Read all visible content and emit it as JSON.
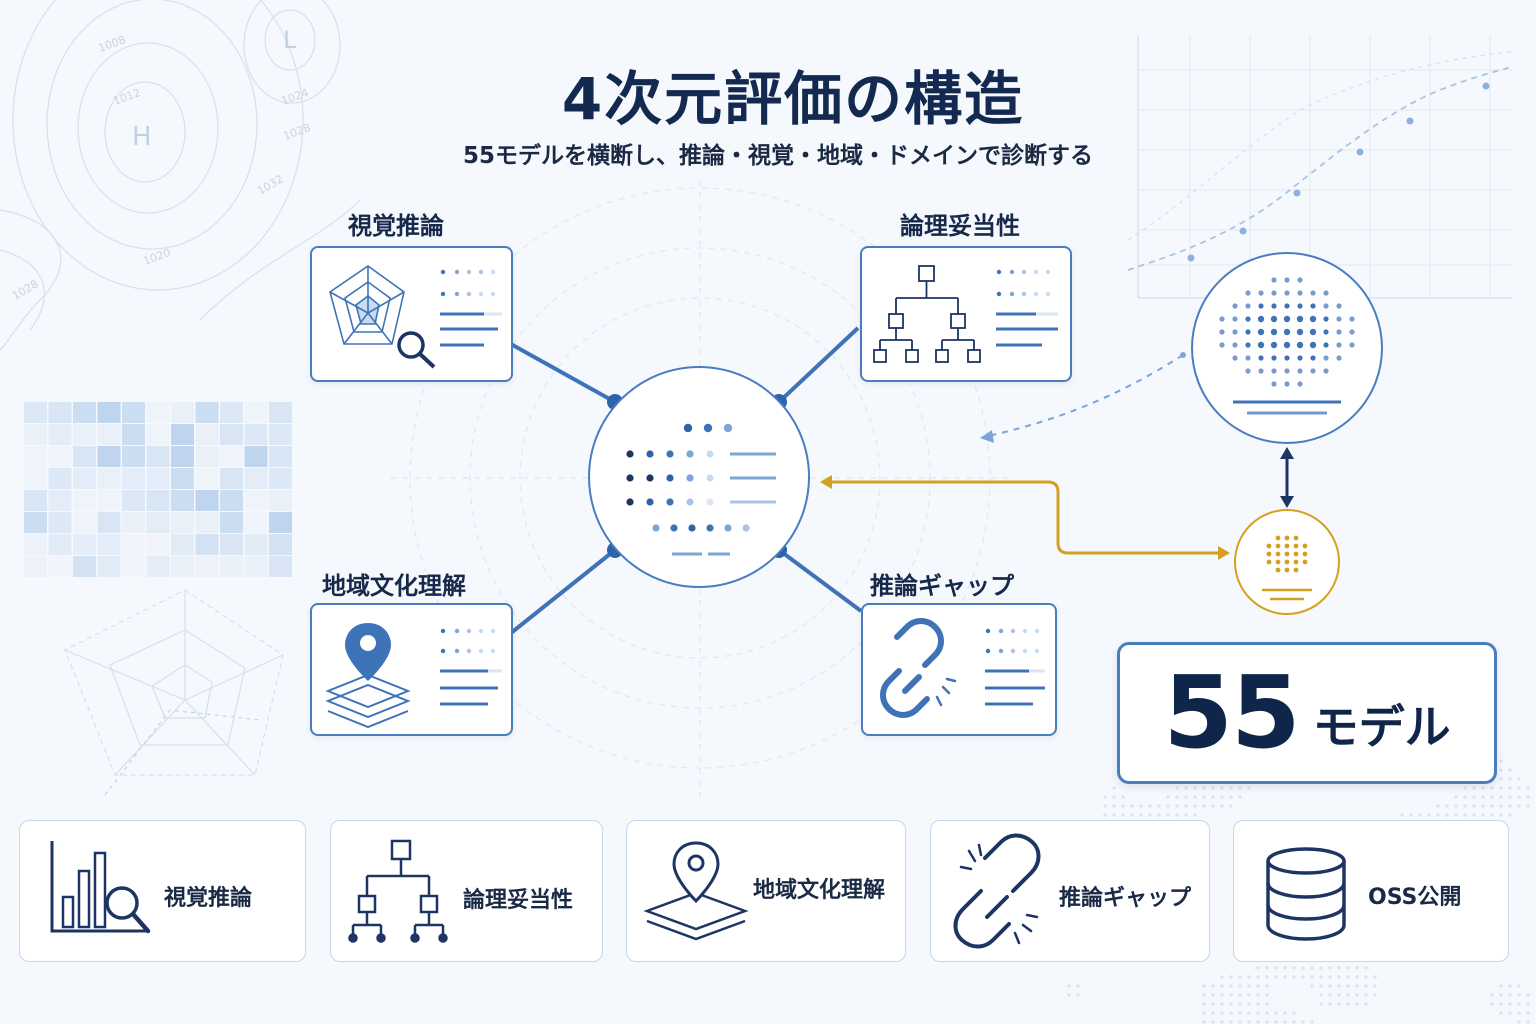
{
  "header": {
    "title": "4次元評価の構造",
    "subtitle": "55モデルを横断し、推論・視覚・地域・ドメインで診断する"
  },
  "dimensions": [
    {
      "label": "視覚推論",
      "icon": "radar-magnifier-icon"
    },
    {
      "label": "論理妥当性",
      "icon": "hierarchy-tree-icon"
    },
    {
      "label": "地域文化理解",
      "icon": "map-pin-layers-icon"
    },
    {
      "label": "推論ギャップ",
      "icon": "broken-chain-icon"
    }
  ],
  "badge": {
    "number": "55",
    "unit": "モデル"
  },
  "bottom_items": [
    {
      "label": "視覚推論",
      "icon": "bar-chart-magnifier-icon"
    },
    {
      "label": "論理妥当性",
      "icon": "hierarchy-tree-icon"
    },
    {
      "label": "地域文化理解",
      "icon": "map-pin-layers-icon"
    },
    {
      "label": "推論ギャップ",
      "icon": "broken-chain-icon"
    },
    {
      "label": "OSS公開",
      "icon": "database-icon"
    }
  ],
  "background_map": {
    "pressure_labels": [
      "1008",
      "1012",
      "1024",
      "1028",
      "1032",
      "1020",
      "1028"
    ],
    "high_marker": "H",
    "low_marker": "L"
  },
  "colors": {
    "navy": "#13294f",
    "accent_blue": "#3f73b8",
    "gold": "#d4a020",
    "light_blue": "#a9c4e6"
  }
}
